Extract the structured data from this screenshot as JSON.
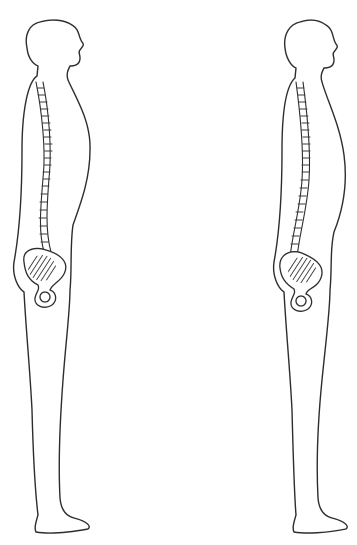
{
  "figures": [
    {
      "id": "left-figure",
      "spine_curvature": "normal"
    },
    {
      "id": "right-figure",
      "spine_curvature": "pronounced"
    }
  ],
  "colors": {
    "line": "#2d2d2d",
    "background": "#ffffff"
  }
}
